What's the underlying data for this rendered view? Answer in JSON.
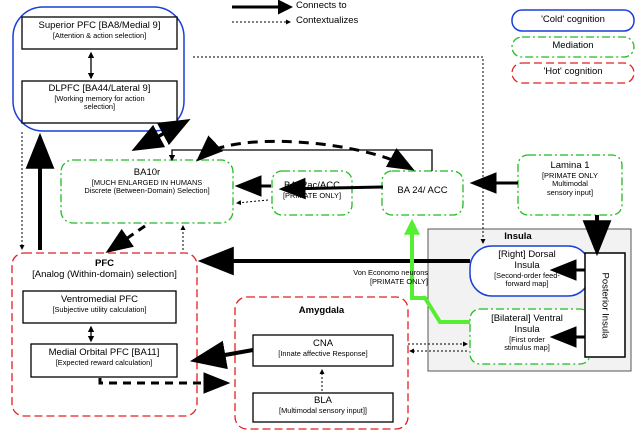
{
  "legend": {
    "connects": "Connects to",
    "contextualizes": "Contextualizes",
    "cold": "'Cold' cognition",
    "mediation": "Mediation",
    "hot": "'Hot' cognition"
  },
  "nodes": {
    "superior_pfc": {
      "title": "Superior PFC [BA8/Medial 9]",
      "sub": "[Attention & action selection]"
    },
    "dlpfc": {
      "title": "DLPFC [BA44/Lateral 9]",
      "sub1": "[Working memory for action",
      "sub2": "selection]"
    },
    "ba10r": {
      "title": "BA10r",
      "sub1": "[MUCH ENLARGED IN HUMANS",
      "sub2": "Discrete (Between-Domain) Selection]"
    },
    "ba32": {
      "title": "BA32ac/ACC",
      "sub": "[PRIMATE ONLY]"
    },
    "ba24": {
      "title": "BA 24/ ACC"
    },
    "lamina": {
      "title": "Lamina 1",
      "sub1": "[PRIMATE ONLY",
      "sub2": "Multimodal",
      "sub3": "sensory input]"
    },
    "pfc": {
      "title": "PFC",
      "sub": "[Analog (Within-domain) selection]"
    },
    "vmpfc": {
      "title": "Ventromedial PFC",
      "sub": "[Subjective utility calculation]"
    },
    "mofc": {
      "title": "Medial Orbital PFC [BA11]",
      "sub": "[Expected reward calculation]"
    },
    "amygdala": {
      "title": "Amygdala"
    },
    "cna": {
      "title": "CNA",
      "sub": "[Innate affective Response]"
    },
    "bla": {
      "title": "BLA",
      "sub": "[Multimodal sensory input]]"
    },
    "insula": {
      "title": "Insula"
    },
    "dorsal_insula": {
      "title1": "[Right] Dorsal",
      "title2": "Insula",
      "sub1": "[Second-order feed-",
      "sub2": "forward map]"
    },
    "ventral_insula": {
      "title1": "[Bilateral] Ventral",
      "title2": "Insula",
      "sub1": "[First order",
      "sub2": "stimulus map]"
    },
    "posterior_insula": {
      "title": "Posterior Insula"
    },
    "von_economo": {
      "line1": "Von Economo neurons",
      "line2": "[PRIMATE ONLY]"
    }
  },
  "colors": {
    "cold": "#1a3fd9",
    "mediation": "#22bb22",
    "hot": "#e02020",
    "von_economo": "#55ee33"
  }
}
